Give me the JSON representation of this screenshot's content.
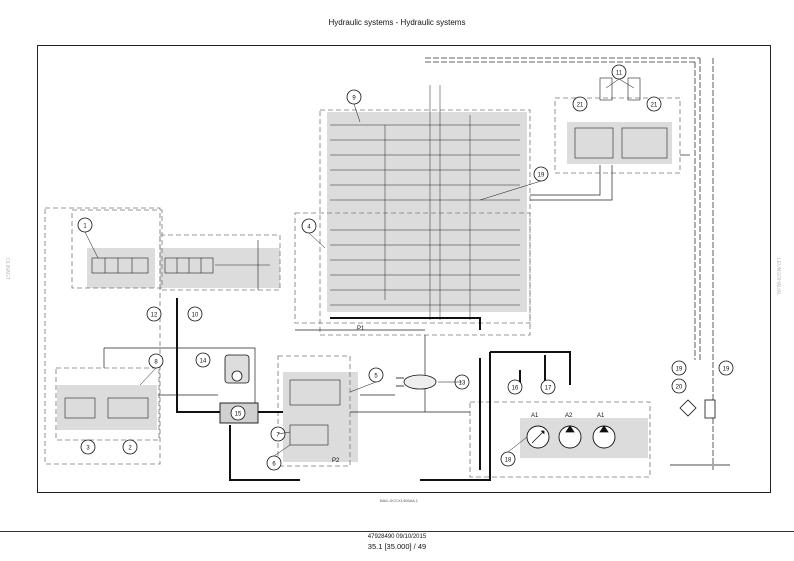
{
  "header": {
    "title": "Hydraulic systems - Hydraulic systems"
  },
  "diagram": {
    "caption": "BAIL-0CCX1406AA   1",
    "callouts": [
      "1",
      "2",
      "3",
      "4",
      "5",
      "6",
      "7",
      "8",
      "9",
      "10",
      "11",
      "12",
      "13",
      "14",
      "15",
      "16",
      "17",
      "18",
      "19",
      "20",
      "21"
    ],
    "port_labels": {
      "a1_left": "A1",
      "a2": "A2",
      "a1_right": "A1",
      "p1": "P1",
      "p2": "P2"
    },
    "colors": {
      "line": "#111111",
      "shade": "#d9d9d9",
      "dash": "#888888"
    }
  },
  "footer": {
    "doc_ref": "47928490 09/10/2015",
    "page": "35.1 [35.000] / 49"
  },
  "side_marks": {
    "left": "OLINAGT",
    "right": "LEUNGOHAUAL"
  }
}
